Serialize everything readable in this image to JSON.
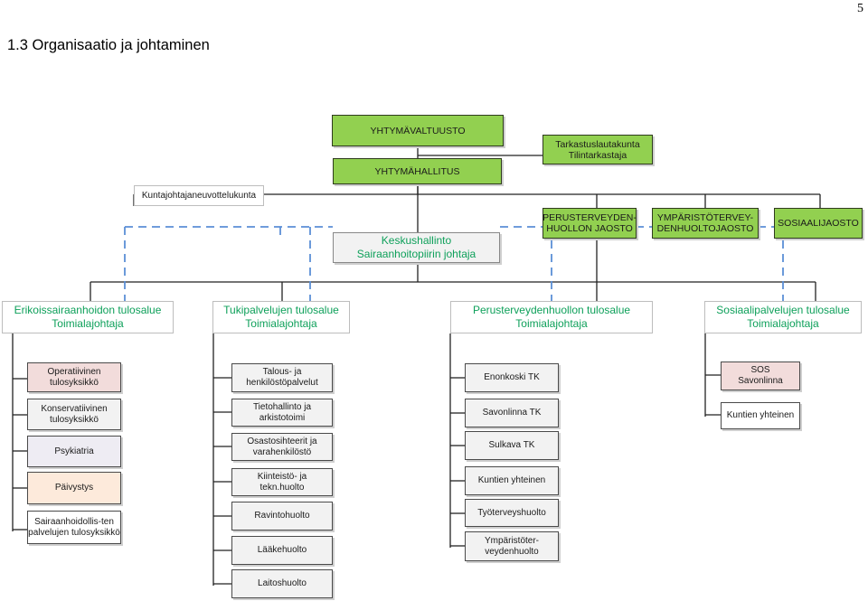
{
  "page_number": "5",
  "title": "1.3 Organisaatio ja johtaminen",
  "governance": {
    "valtuusto": "YHTYMÄVALTUUSTO",
    "hallitus": "YHTYMÄHALLITUS",
    "tarkastus": [
      "Tarkastuslautakunta",
      "Tilintarkastaja"
    ],
    "neuvottelukunta": "Kuntajohtajaneuvottelukunta",
    "perusterveydenhuolto_jaosto": [
      "PERUSTERVEYDEN-",
      "HUOLLON JAOSTO"
    ],
    "ymparistoterveydenhuolto_jaosto": [
      "YMPÄRISTÖTERVEY-",
      "DENHUOLTOJAOSTO"
    ],
    "sosiaalijaosto": "SOSIAALIJAOSTO",
    "keskushallinto": [
      "Keskushallinto",
      "Sairaanhoitopiirin johtaja"
    ]
  },
  "areas": [
    {
      "name": "Erikoissairaanhoidon tulosalue",
      "manager": "Toimialajohtaja"
    },
    {
      "name": "Tukipalvelujen tulosalue",
      "manager": "Toimialajohtaja"
    },
    {
      "name": "Perusterveydenhuollon tulosalue",
      "manager": "Toimialajohtaja"
    },
    {
      "name": "Sosiaalipalvelujen tulosalue",
      "manager": "Toimialajohtaja"
    }
  ],
  "units": {
    "erikoissairaanhoito": [
      [
        "Operatiivinen",
        "tulosyksikkö"
      ],
      [
        "Konservatiivinen",
        "tulosyksikkö"
      ],
      [
        "Psykiatria"
      ],
      [
        "Päivystys"
      ],
      [
        "Sairaanhoidollis-ten",
        "palvelujen tulosyksikkö"
      ]
    ],
    "tukipalvelut": [
      [
        "Talous- ja",
        "henkilöstöpalvelut"
      ],
      [
        "Tietohallinto ja",
        "arkistotoimi"
      ],
      [
        "Osastosihteerit ja",
        "varahenkilöstö"
      ],
      [
        "Kiinteistö- ja",
        "tekn.huolto"
      ],
      [
        "Ravintohuolto"
      ],
      [
        "Lääkehuolto"
      ],
      [
        "Laitoshuolto"
      ]
    ],
    "perusterveydenhuolto": [
      [
        "Enonkoski TK"
      ],
      [
        "Savonlinna TK"
      ],
      [
        "Sulkava TK"
      ],
      [
        "Kuntien yhteinen"
      ],
      [
        "Työterveyshuolto"
      ],
      [
        "Ympäristöter-",
        "veydenhuolto"
      ]
    ],
    "sosiaalipalvelut": [
      [
        "SOS",
        "Savonlinna"
      ],
      [
        "Kuntien yhteinen"
      ]
    ]
  },
  "colors": {
    "governance_green": "#92d050",
    "manager_text": "#0ea05a",
    "dashed_line": "#5b8fd6",
    "unit_pink": "#f2dcdb",
    "unit_grey": "#f2f2f2",
    "unit_lavender": "#eeecf3",
    "unit_peach": "#fdeadb"
  }
}
